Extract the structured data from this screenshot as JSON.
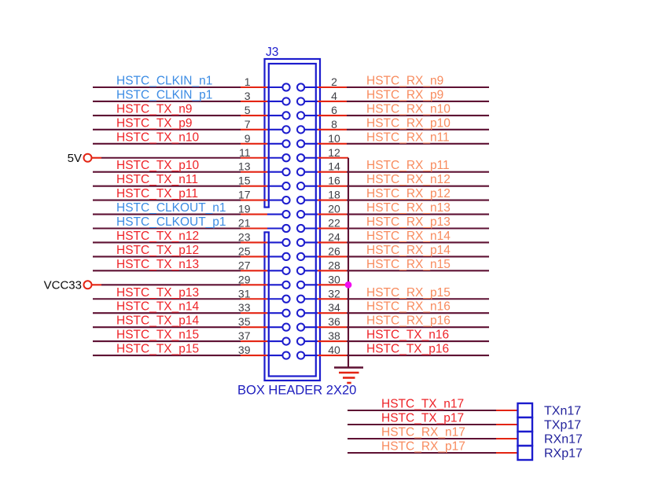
{
  "diagram": {
    "refdes": "J3",
    "part_label": "BOX HEADER 2X20",
    "type_note": "2x20 box header schematic symbol"
  },
  "colors": {
    "wire": "#5e1133",
    "stub": "#e32413",
    "blue": "#1c1ccd",
    "navy": "#23239c",
    "tx": "#ee2328",
    "rx": "#f88b5e",
    "clk": "#3c8ce4",
    "pin_num": "#3f3f45",
    "power_text": "#0a0a0a",
    "junction": "#f30df0",
    "bg": "#ffffff"
  },
  "rows": [
    {
      "left_pin": "1",
      "left_net": "HSTC_CLKIN_n1",
      "left_color": "clk",
      "right_pin": "2",
      "right_net": "HSTC_RX_n9",
      "right_color": "rx"
    },
    {
      "left_pin": "3",
      "left_net": "HSTC_CLKIN_p1",
      "left_color": "clk",
      "right_pin": "4",
      "right_net": "HSTC_RX_p9",
      "right_color": "rx"
    },
    {
      "left_pin": "5",
      "left_net": "HSTC_TX_n9",
      "left_color": "tx",
      "right_pin": "6",
      "right_net": "HSTC_RX_n10",
      "right_color": "rx"
    },
    {
      "left_pin": "7",
      "left_net": "HSTC_TX_p9",
      "left_color": "tx",
      "right_pin": "8",
      "right_net": "HSTC_RX_p10",
      "right_color": "rx"
    },
    {
      "left_pin": "9",
      "left_net": "HSTC_TX_n10",
      "left_color": "tx",
      "right_pin": "10",
      "right_net": "HSTC_RX_n11",
      "right_color": "rx"
    },
    {
      "left_pin": "11",
      "left_power": "5V",
      "right_pin": "12",
      "right_gnd": true
    },
    {
      "left_pin": "13",
      "left_net": "HSTC_TX_p10",
      "left_color": "tx",
      "right_pin": "14",
      "right_net": "HSTC_RX_p11",
      "right_color": "rx"
    },
    {
      "left_pin": "15",
      "left_net": "HSTC_TX_n11",
      "left_color": "tx",
      "right_pin": "16",
      "right_net": "HSTC_RX_n12",
      "right_color": "rx"
    },
    {
      "left_pin": "17",
      "left_net": "HSTC_TX_p11",
      "left_color": "tx",
      "right_pin": "18",
      "right_net": "HSTC_RX_p12",
      "right_color": "rx"
    },
    {
      "left_pin": "19",
      "left_net": "HSTC_CLKOUT_n1",
      "left_color": "clk",
      "right_pin": "20",
      "right_net": "HSTC_RX_n13",
      "right_color": "rx"
    },
    {
      "left_pin": "21",
      "left_net": "HSTC_CLKOUT_p1",
      "left_color": "clk",
      "right_pin": "22",
      "right_net": "HSTC_RX_p13",
      "right_color": "rx"
    },
    {
      "left_pin": "23",
      "left_net": "HSTC_TX_n12",
      "left_color": "tx",
      "right_pin": "24",
      "right_net": "HSTC_RX_n14",
      "right_color": "rx"
    },
    {
      "left_pin": "25",
      "left_net": "HSTC_TX_p12",
      "left_color": "tx",
      "right_pin": "26",
      "right_net": "HSTC_RX_p14",
      "right_color": "rx"
    },
    {
      "left_pin": "27",
      "left_net": "HSTC_TX_n13",
      "left_color": "tx",
      "right_pin": "28",
      "right_net": "HSTC_RX_n15",
      "right_color": "rx"
    },
    {
      "left_pin": "29",
      "left_power": "VCC33",
      "right_pin": "30",
      "right_gnd": true,
      "right_junction": true
    },
    {
      "left_pin": "31",
      "left_net": "HSTC_TX_p13",
      "left_color": "tx",
      "right_pin": "32",
      "right_net": "HSTC_RX_p15",
      "right_color": "rx"
    },
    {
      "left_pin": "33",
      "left_net": "HSTC_TX_n14",
      "left_color": "tx",
      "right_pin": "34",
      "right_net": "HSTC_RX_n16",
      "right_color": "rx"
    },
    {
      "left_pin": "35",
      "left_net": "HSTC_TX_p14",
      "left_color": "tx",
      "right_pin": "36",
      "right_net": "HSTC_RX_p16",
      "right_color": "rx"
    },
    {
      "left_pin": "37",
      "left_net": "HSTC_TX_n15",
      "left_color": "tx",
      "right_pin": "38",
      "right_net": "HSTC_TX_n16",
      "right_color": "tx"
    },
    {
      "left_pin": "39",
      "left_net": "HSTC_TX_p15",
      "left_color": "tx",
      "right_pin": "40",
      "right_net": "HSTC_TX_p16",
      "right_color": "tx"
    }
  ],
  "ports": [
    {
      "net": "HSTC_TX_n17",
      "net_color": "tx",
      "port": "TXn17"
    },
    {
      "net": "HSTC_TX_p17",
      "net_color": "tx",
      "port": "TXp17"
    },
    {
      "net": "HSTC_RX_n17",
      "net_color": "rx",
      "port": "RXn17"
    },
    {
      "net": "HSTC_RX_p17",
      "net_color": "rx",
      "port": "RXp17"
    }
  ]
}
